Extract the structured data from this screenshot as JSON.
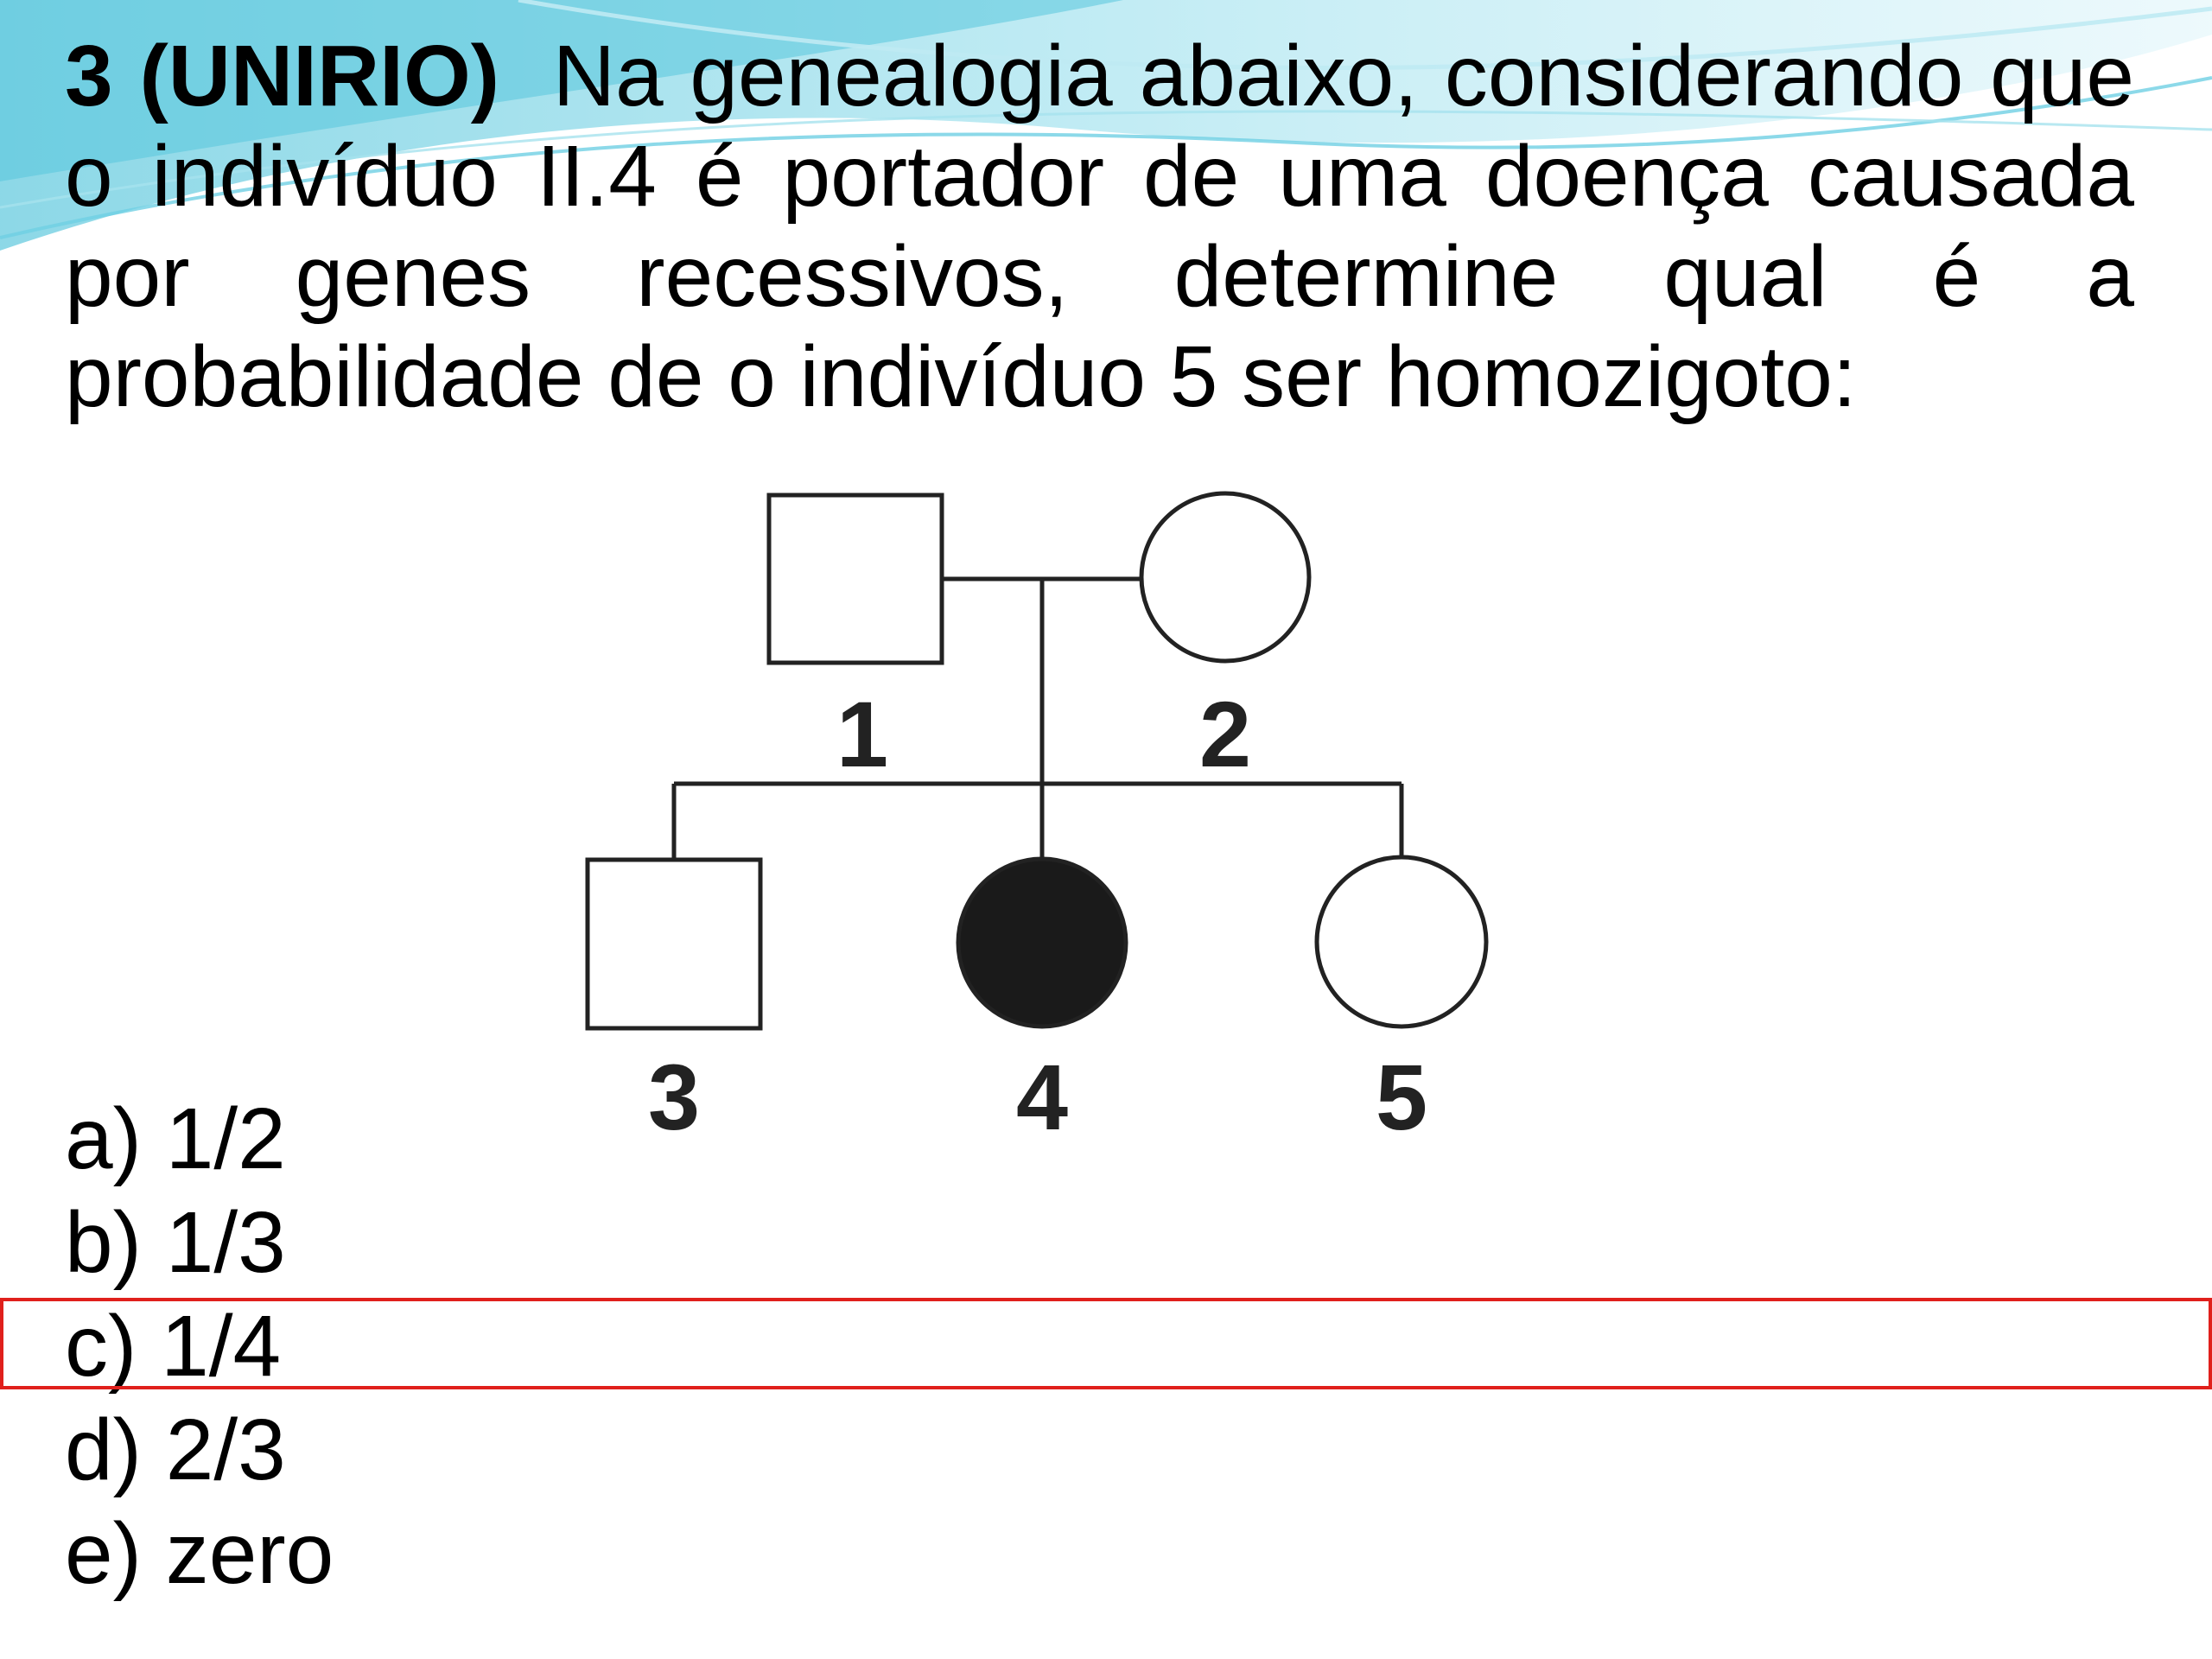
{
  "question": {
    "number": "3 (UNIRIO)",
    "text": "Na genealogia abaixo, considerando que o indivíduo II.4 é portador de uma doença causada por genes recessivos, determine qual é a probabilidade de o indivíduo 5 ser homozigoto:"
  },
  "pedigree": {
    "individuals": [
      {
        "label": "1",
        "sex": "male",
        "affected": false
      },
      {
        "label": "2",
        "sex": "female",
        "affected": false
      },
      {
        "label": "3",
        "sex": "male",
        "affected": false
      },
      {
        "label": "4",
        "sex": "female",
        "affected": true
      },
      {
        "label": "5",
        "sex": "female",
        "affected": false
      }
    ]
  },
  "options": [
    {
      "label": "a) 1/2"
    },
    {
      "label": "b) 1/3"
    },
    {
      "label": "c) 1/4"
    },
    {
      "label": "d) 2/3"
    },
    {
      "label": "e) zero"
    }
  ],
  "highlighted_option": "c) 1/4",
  "colors": {
    "highlight_border": "#e0201c",
    "decor_teal": "#3fc2d8",
    "affected_fill": "#1a1a1a"
  }
}
